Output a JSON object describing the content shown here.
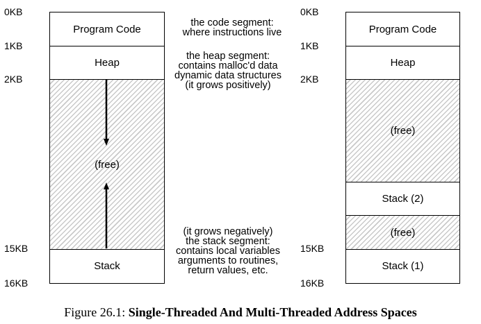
{
  "left_space": {
    "addr_labels": [
      "0KB",
      "1KB",
      "2KB",
      "15KB",
      "16KB"
    ],
    "segments": [
      {
        "label": "Program Code"
      },
      {
        "label": "Heap"
      },
      {
        "label": "(free)"
      },
      {
        "label": "Stack"
      }
    ],
    "notes": [
      {
        "lines": [
          "the code segment:",
          "where instructions live"
        ]
      },
      {
        "lines": [
          "the heap segment:",
          "contains malloc'd data",
          "dynamic data structures",
          "(it grows positively)"
        ]
      },
      {
        "lines": [
          "(it grows negatively)",
          "the stack segment:",
          "contains local variables",
          "arguments to routines,",
          "return values, etc."
        ]
      }
    ]
  },
  "right_space": {
    "addr_labels": [
      "0KB",
      "1KB",
      "2KB",
      "15KB",
      "16KB"
    ],
    "segments": [
      {
        "label": "Program Code"
      },
      {
        "label": "Heap"
      },
      {
        "label": "(free)"
      },
      {
        "label": "Stack (2)"
      },
      {
        "label": "(free)"
      },
      {
        "label": "Stack (1)"
      }
    ]
  },
  "caption": {
    "prefix": "Figure 26.1: ",
    "title": "Single-Threaded And Multi-Threaded Address Spaces"
  }
}
